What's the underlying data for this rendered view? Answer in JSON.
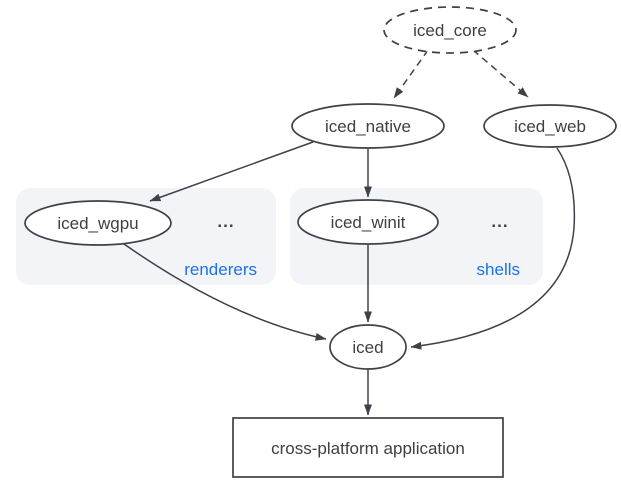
{
  "diagram": {
    "nodes": {
      "iced_core": {
        "label": "iced_core",
        "shape": "ellipse",
        "border": "dashed"
      },
      "iced_native": {
        "label": "iced_native",
        "shape": "ellipse",
        "border": "solid"
      },
      "iced_web": {
        "label": "iced_web",
        "shape": "ellipse",
        "border": "solid"
      },
      "iced_wgpu": {
        "label": "iced_wgpu",
        "shape": "ellipse",
        "border": "solid"
      },
      "iced_winit": {
        "label": "iced_winit",
        "shape": "ellipse",
        "border": "solid"
      },
      "iced": {
        "label": "iced",
        "shape": "ellipse",
        "border": "solid"
      },
      "application": {
        "label": "cross-platform application",
        "shape": "rect",
        "border": "solid"
      }
    },
    "groups": {
      "renderers": {
        "label": "renderers",
        "ellipsis": "..."
      },
      "shells": {
        "label": "shells",
        "ellipsis": "..."
      }
    },
    "edges": [
      {
        "from": "iced_core",
        "to": "iced_native",
        "style": "dashed"
      },
      {
        "from": "iced_core",
        "to": "iced_web",
        "style": "dashed"
      },
      {
        "from": "iced_native",
        "to": "iced_wgpu",
        "style": "solid"
      },
      {
        "from": "iced_native",
        "to": "iced_winit",
        "style": "solid"
      },
      {
        "from": "iced_wgpu",
        "to": "iced",
        "style": "solid"
      },
      {
        "from": "iced_winit",
        "to": "iced",
        "style": "solid"
      },
      {
        "from": "iced_web",
        "to": "iced",
        "style": "solid"
      },
      {
        "from": "iced",
        "to": "application",
        "style": "solid"
      }
    ],
    "colors": {
      "background": "#ffffff",
      "node_stroke": "#3d4247",
      "node_text": "#3c4043",
      "group_fill": "#f2f4f8",
      "group_label_blue": "#1a73e8"
    }
  }
}
